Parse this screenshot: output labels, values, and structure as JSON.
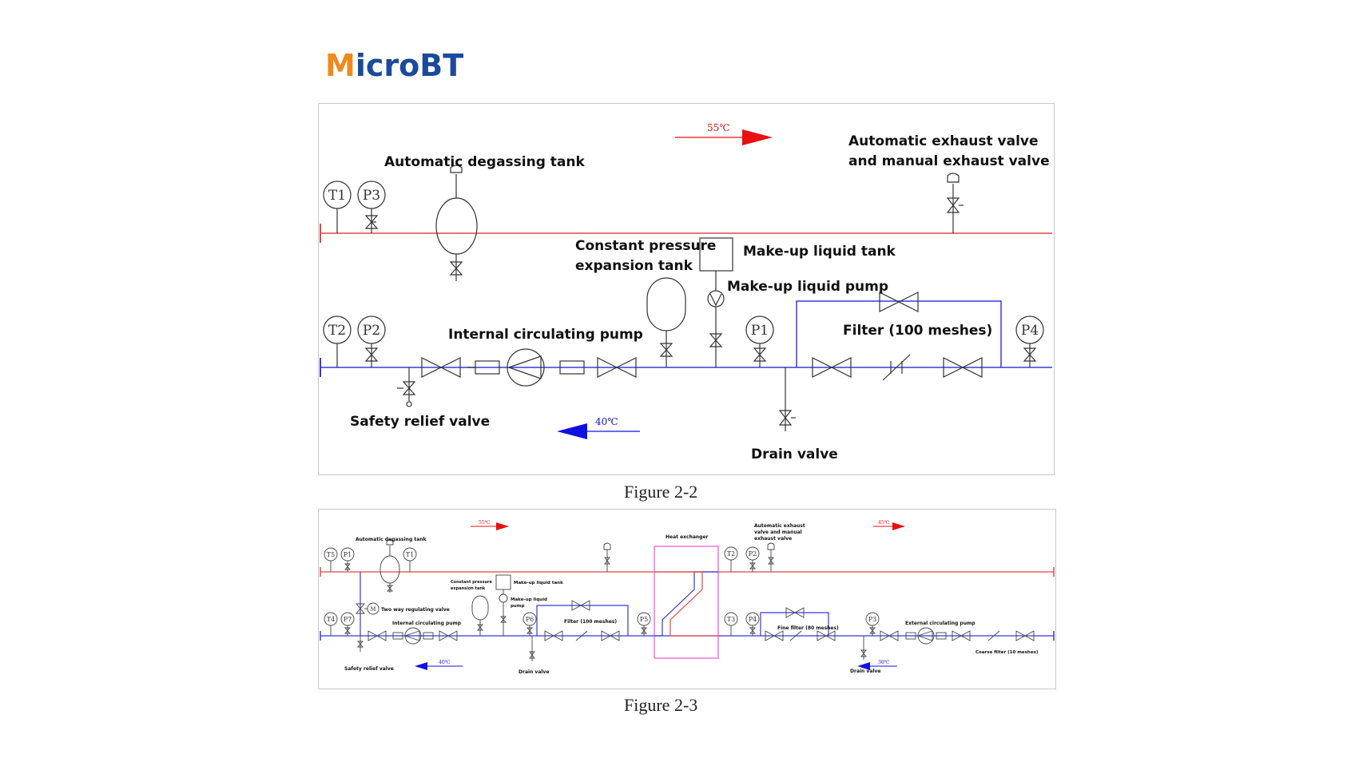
{
  "brand": {
    "logo_text": "MicroBT"
  },
  "colors": {
    "hot_line": "#e04848",
    "cold_line": "#3838e0",
    "hot_arrow": "#e81010",
    "cold_arrow": "#1010e0",
    "exchanger": "#f050d0",
    "logo_orange": "#f08a1c",
    "logo_blue": "#1a4a9c"
  },
  "figure_2_2": {
    "caption": "Figure 2-2",
    "hot_temp": "55℃",
    "cold_temp": "40℃",
    "labels": {
      "degassing_tank": "Automatic degassing tank",
      "exhaust_valve_line1": "Automatic exhaust valve",
      "exhaust_valve_line2": "and manual exhaust valve",
      "expansion_tank_line1": "Constant pressure",
      "expansion_tank_line2": "expansion tank",
      "makeup_tank": "Make-up liquid tank",
      "makeup_pump": "Make-up liquid pump",
      "internal_pump": "Internal circulating pump",
      "filter": "Filter (100 meshes)",
      "safety_valve": "Safety relief valve",
      "drain_valve": "Drain valve"
    },
    "gauges": {
      "t1": "T1",
      "p3": "P3",
      "t2": "T2",
      "p2": "P2",
      "p1": "P1",
      "p4": "P4"
    }
  },
  "figure_2_3": {
    "caption": "Figure 2-3",
    "temps": {
      "hot_left": "55℃",
      "hot_right": "45℃",
      "cold_left": "40℃",
      "cold_right": "30℃"
    },
    "labels": {
      "degassing_tank": "Automatic degassing tank",
      "heat_exchanger": "Heat exchanger",
      "exhaust_line1": "Automatic exhaust",
      "exhaust_line2": "valve and manual",
      "exhaust_line3": "exhaust valve",
      "expansion_line1": "Constant pressure",
      "expansion_line2": "expansion tank",
      "makeup_tank": "Make-up liquid tank",
      "makeup_pump_line1": "Make-up liquid",
      "makeup_pump_line2": "pump",
      "two_way_valve": "Two way regulating valve",
      "internal_pump": "Internal circulating pump",
      "filter": "Filter (100 meshes)",
      "fine_filter": "Fine filter (80 meshes)",
      "external_pump": "External circulating pump",
      "coarse_filter": "Coarse filter (10 meshes)",
      "safety_valve": "Safety relief valve",
      "drain_valve_1": "Drain valve",
      "drain_valve_2": "Drain valve"
    },
    "gauges": {
      "t5": "T5",
      "p1": "P1",
      "t1": "T1",
      "t2": "T2",
      "p2": "P2",
      "t4": "T4",
      "p7": "P7",
      "p6": "P6",
      "p5": "P5",
      "t3": "T3",
      "p4": "P4",
      "p3": "P3",
      "m": "M"
    }
  }
}
